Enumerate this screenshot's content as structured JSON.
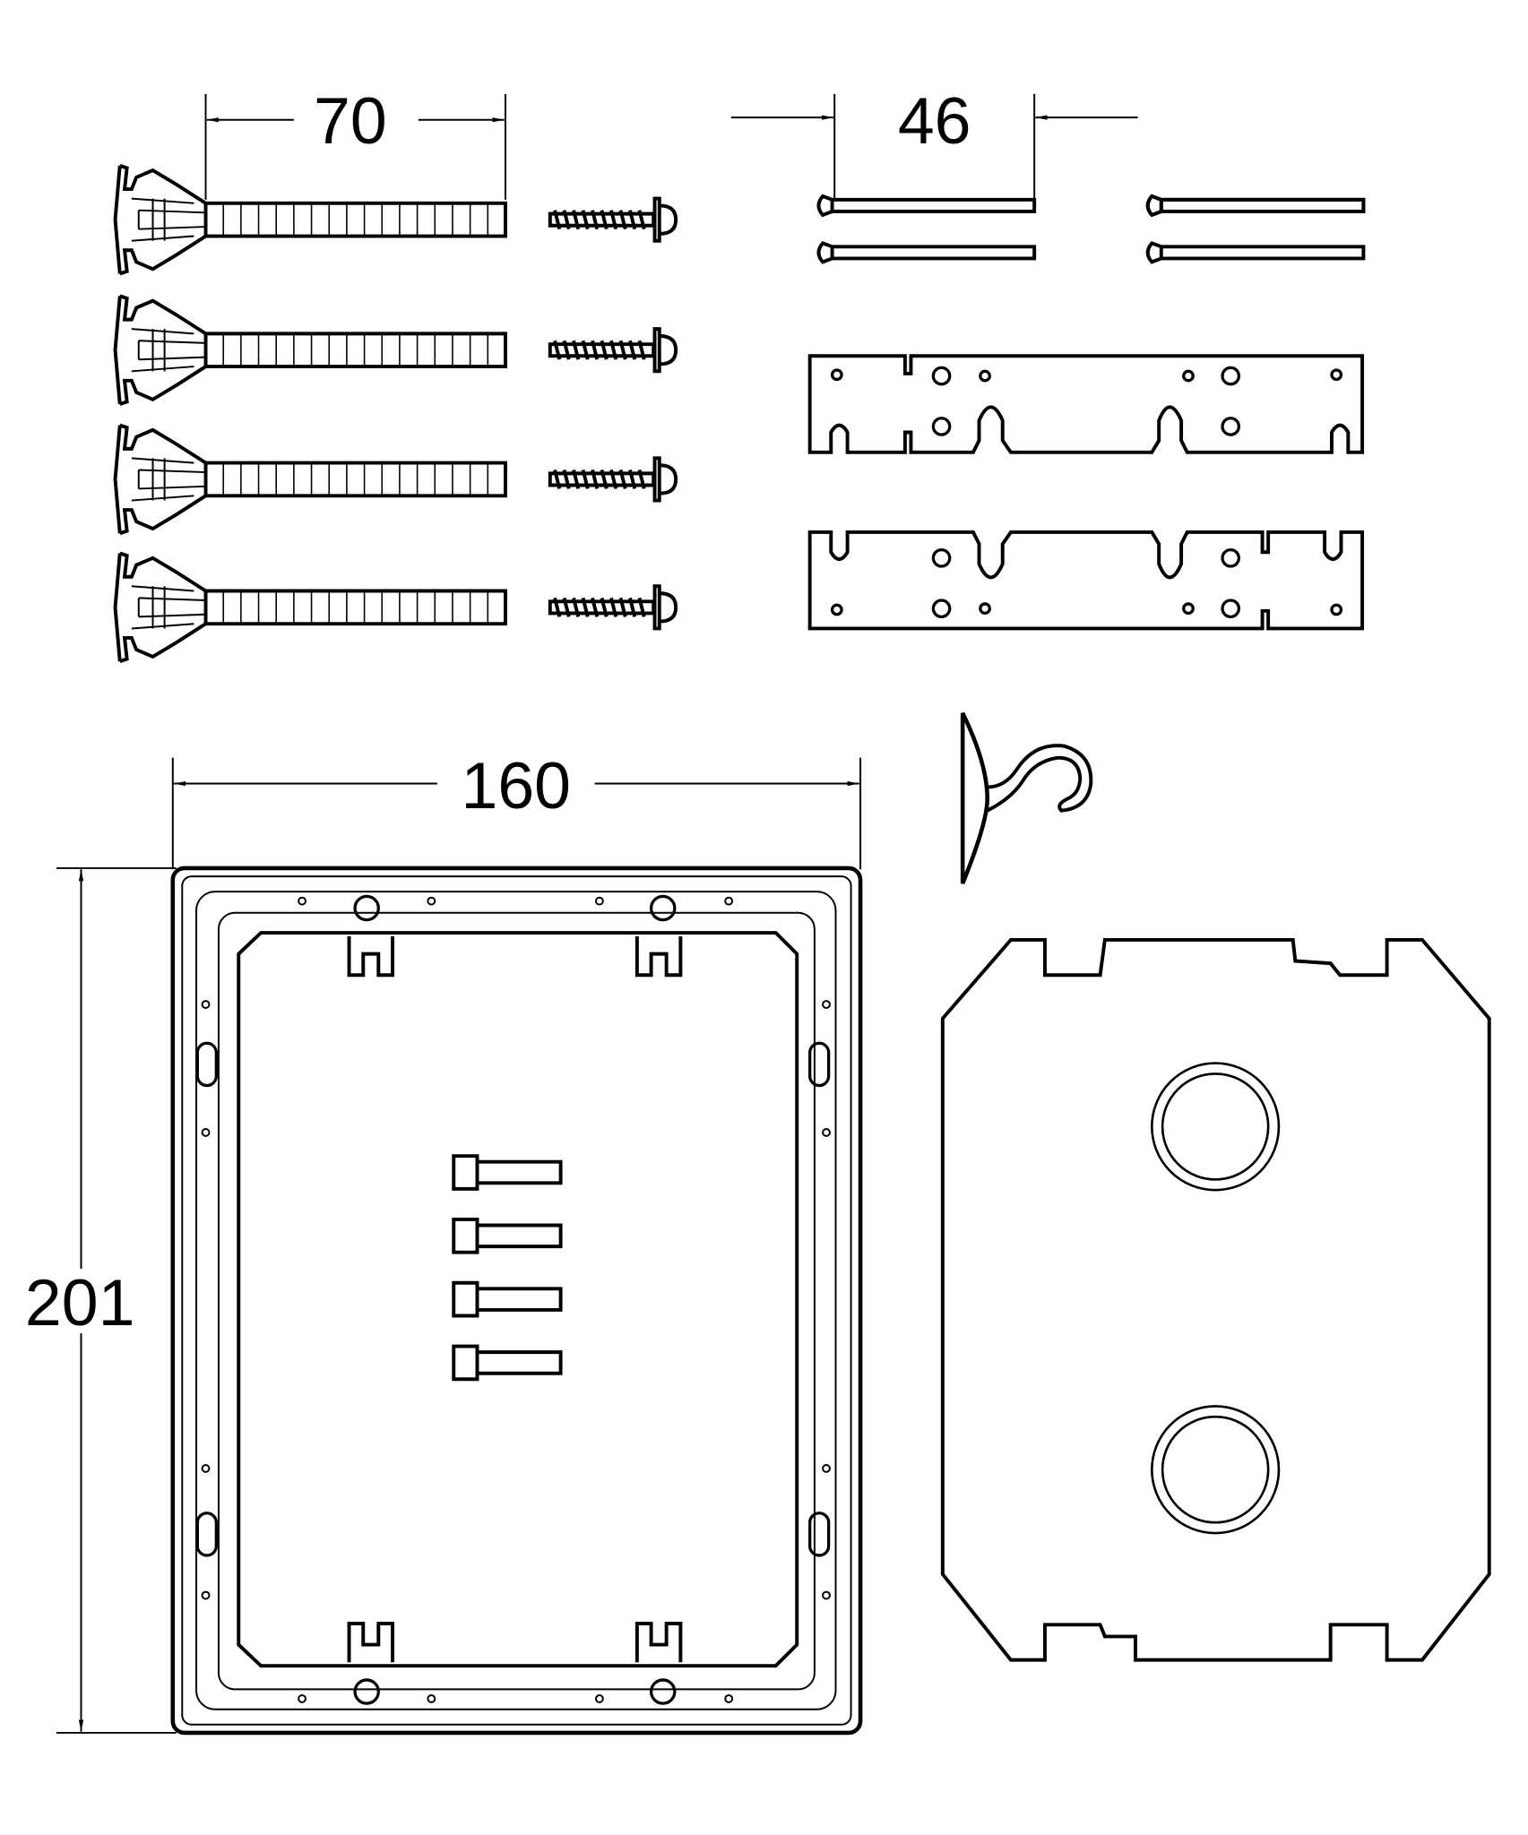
{
  "drawing": {
    "type": "technical-installation-drawing",
    "colors": {
      "line": "#000000",
      "background": "#ffffff"
    },
    "dimensions": {
      "anchor_length": "70",
      "rod_spacing": "46",
      "frame_width": "160",
      "frame_height": "201"
    },
    "parts": [
      {
        "name": "wall-anchor",
        "count": 4
      },
      {
        "name": "screw-with-washer",
        "count": 4
      },
      {
        "name": "long-screw",
        "count": 4
      },
      {
        "name": "mounting-bracket",
        "count": 2
      },
      {
        "name": "suction-hook",
        "count": 1
      },
      {
        "name": "mounting-frame",
        "count": 1
      },
      {
        "name": "cap-screw",
        "count": 4
      },
      {
        "name": "gasket-plate",
        "count": 1
      }
    ]
  }
}
